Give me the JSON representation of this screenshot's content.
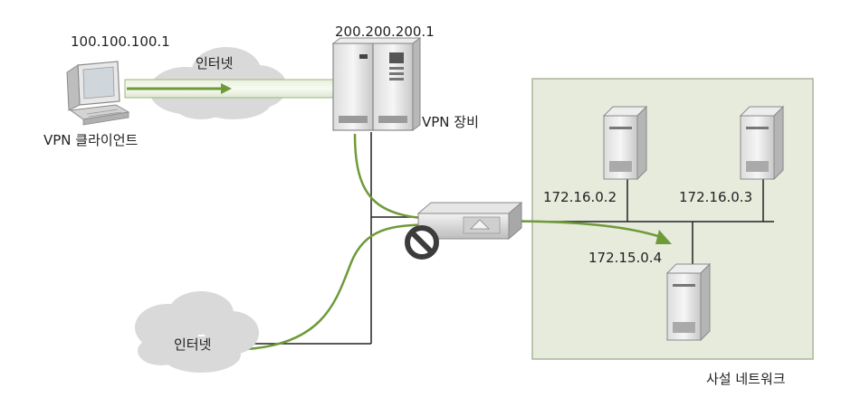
{
  "labels": {
    "vpn_client_ip": "100.100.100.1",
    "vpn_device_ip": "200.200.200.1",
    "internet_top": "인터넷",
    "vpn_client": "VPN 클라이언트",
    "vpn_device": "VPN 장비",
    "server1_ip": "172.16.0.2",
    "server2_ip": "172.16.0.3",
    "server3_ip": "172.15.0.4",
    "internet_bottom": "인터넷",
    "private_network": "사설 네트워크"
  },
  "colors": {
    "tunnel_green": "#6f9a3a",
    "private_network_fill": "#e6ebdc",
    "private_network_border": "#a9b59a",
    "cloud": "#d9d9d9",
    "block_sign": "#3c3c3c",
    "line": "#222222"
  }
}
